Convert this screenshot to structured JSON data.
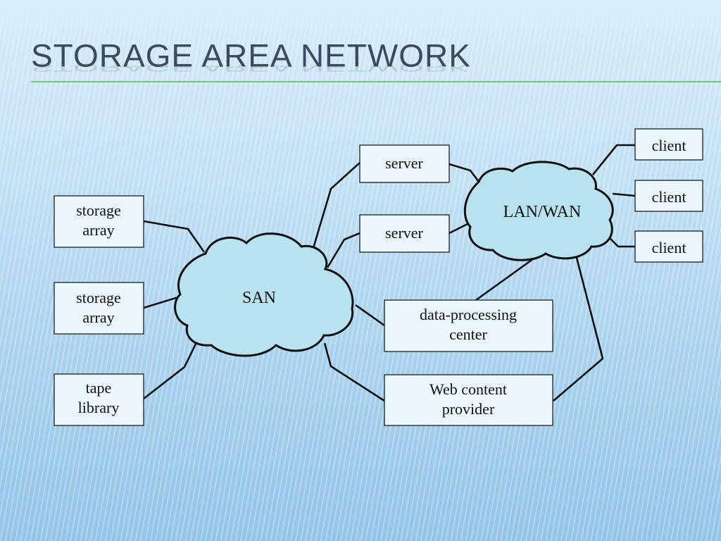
{
  "slide": {
    "title": "STORAGE AREA NETWORK"
  },
  "networks": {
    "san": "SAN",
    "lan_wan": "LAN/WAN"
  },
  "nodes": {
    "storage_array_1": [
      "storage",
      "array"
    ],
    "storage_array_2": [
      "storage",
      "array"
    ],
    "tape_library": [
      "tape",
      "library"
    ],
    "server_1": [
      "server"
    ],
    "server_2": [
      "server"
    ],
    "data_processing_center": [
      "data-processing",
      "center"
    ],
    "web_content_provider": [
      "Web content",
      "provider"
    ],
    "client_1": [
      "client"
    ],
    "client_2": [
      "client"
    ],
    "client_3": [
      "client"
    ]
  },
  "colors": {
    "cloud_fill": "#b8e2ee",
    "box_fill": "#eaf5fc",
    "title_color": "#3c4a60",
    "rule_color": "#7cc47a"
  }
}
